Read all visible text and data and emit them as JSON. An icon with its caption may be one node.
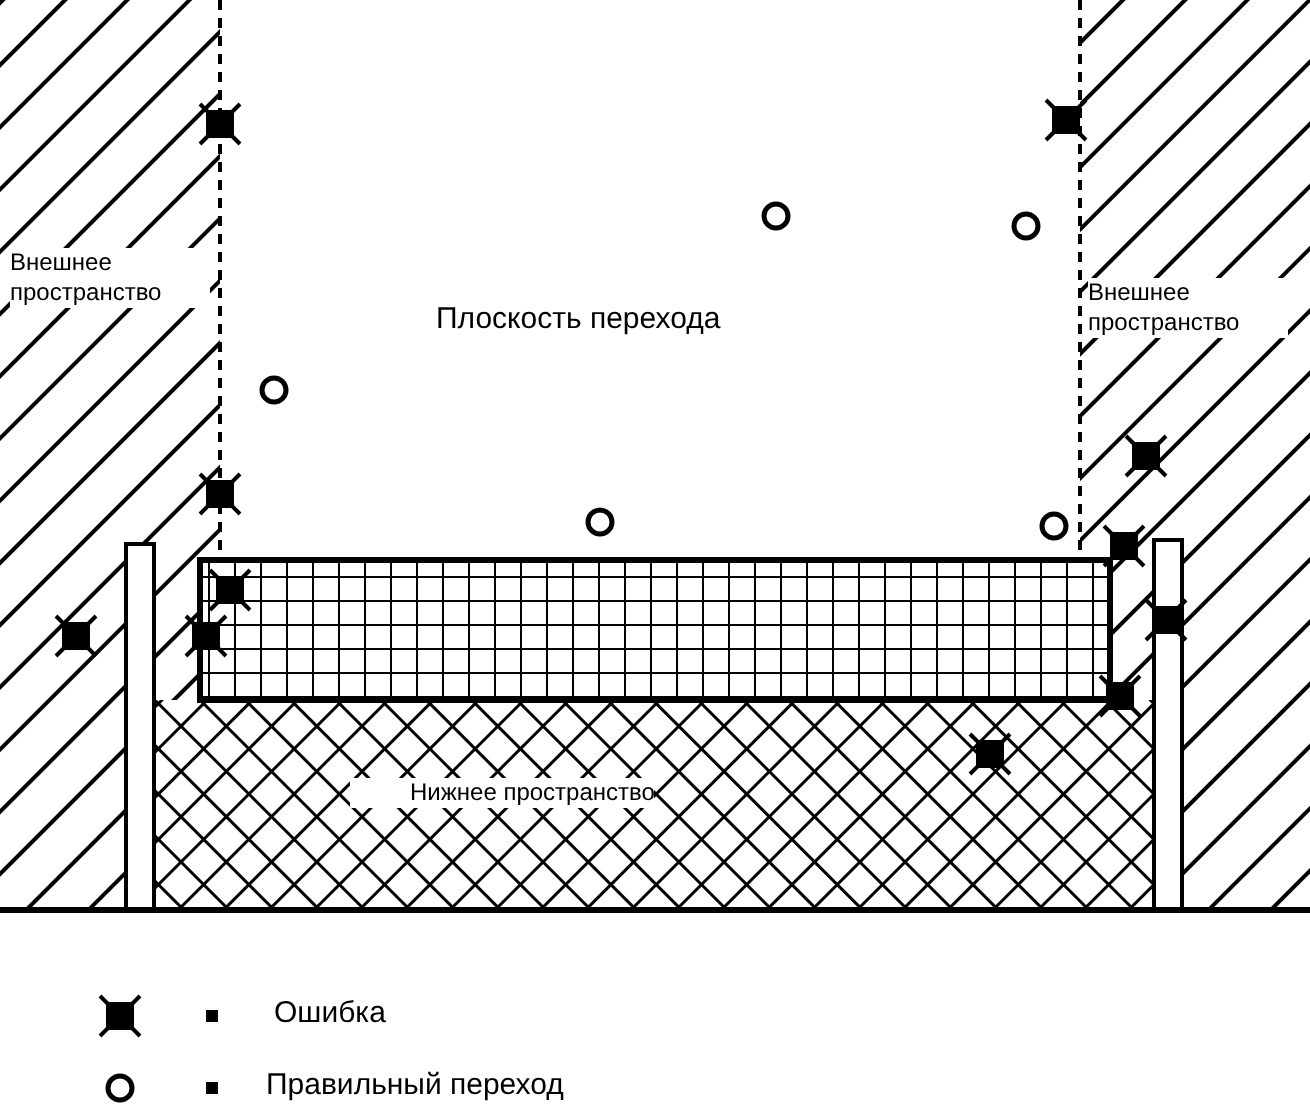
{
  "diagram": {
    "labels": [
      "Внешнее пространство",
      "Внешнее пространство",
      "Плоскость перехода",
      "Нижнее пространство"
    ],
    "legend": [
      {
        "text": "Ошибка"
      },
      {
        "text": "Правильный переход"
      }
    ]
  }
}
